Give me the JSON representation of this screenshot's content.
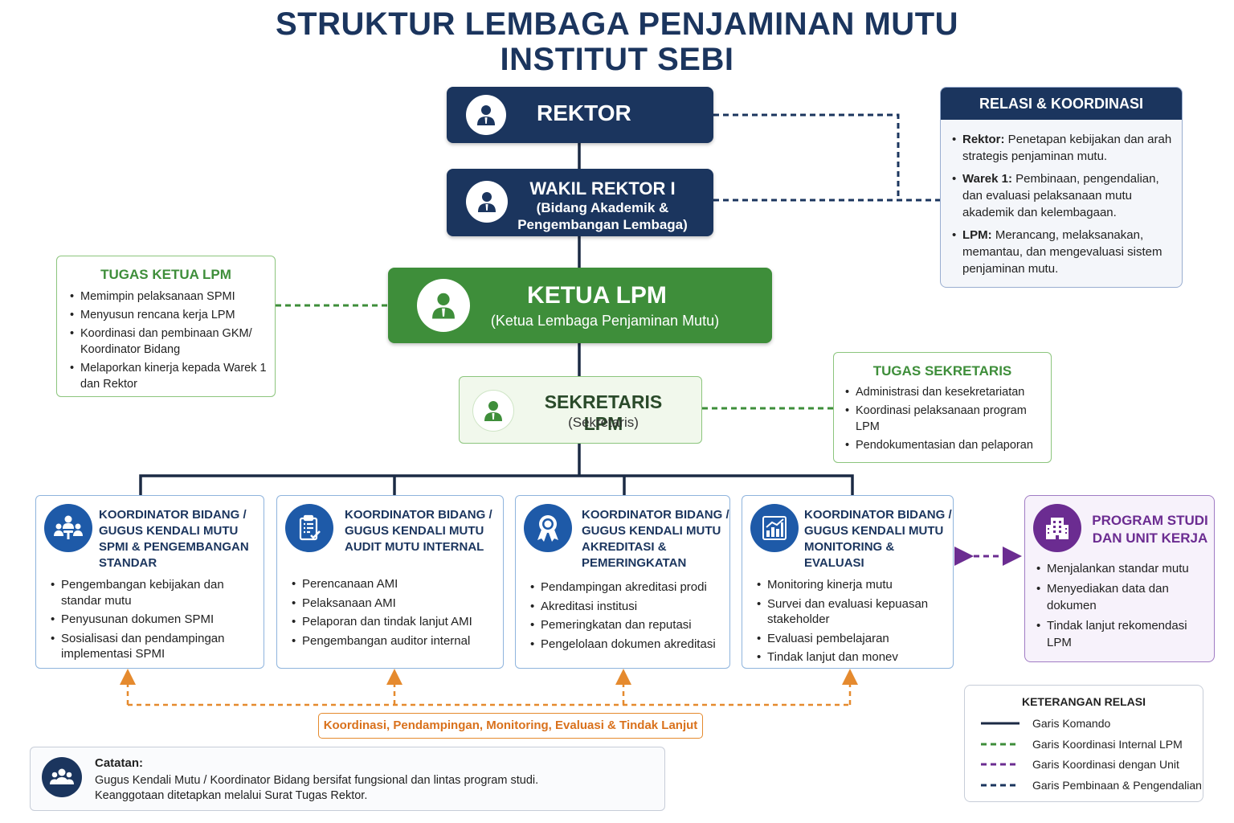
{
  "title": {
    "line1": "STRUKTUR LEMBAGA PENJAMINAN MUTU",
    "line2": "INSTITUT SEBI"
  },
  "colors": {
    "navy": "#1b355e",
    "green": "#3e8e3a",
    "light_green_bg": "#f1f8ec",
    "blue_accent": "#1e5aa8",
    "purple": "#6b2c91",
    "orange": "#e58a2e"
  },
  "rektor": {
    "label": "REKTOR",
    "icon": "user-icon"
  },
  "wakil_rektor": {
    "line1": "WAKIL REKTOR I",
    "line2": "(Bidang Akademik &",
    "line3": "Pengembangan Lembaga)",
    "icon": "user-icon"
  },
  "ketua": {
    "line1": "KETUA LPM",
    "line2": "(Ketua Lembaga Penjaminan Mutu)",
    "icon": "user-icon"
  },
  "sekretaris": {
    "line1": "SEKRETARIS LPM",
    "line2": "(Sekretaris)",
    "icon": "user-icon"
  },
  "relasi": {
    "title": "RELASI & KOORDINASI",
    "items": [
      {
        "label": "Rektor:",
        "text": " Penetapan kebijakan dan arah strategis penjaminan mutu."
      },
      {
        "label": "Warek 1:",
        "text": " Pembinaan, pengendalian, dan evaluasi pelaksanaan mutu akademik dan kelembagaan."
      },
      {
        "label": "LPM:",
        "text": " Merancang, melaksanakan, memantau, dan mengevaluasi sistem penjaminan mutu."
      }
    ]
  },
  "tugas_ketua": {
    "title": "TUGAS KETUA LPM",
    "items": [
      "Memimpin pelaksanaan SPMI",
      "Menyusun rencana kerja LPM",
      "Koordinasi dan pembinaan GKM/ Koordinator Bidang",
      "Melaporkan kinerja kepada Warek 1 dan Rektor"
    ]
  },
  "tugas_sekretaris": {
    "title": "TUGAS SEKRETARIS",
    "items": [
      "Administrasi dan kesekretariatan",
      "Koordinasi pelaksanaan program LPM",
      "Pendokumentasian dan pelaporan"
    ]
  },
  "koordinator": [
    {
      "title": "KOORDINATOR BIDANG / GUGUS KENDALI MUTU SPMI & PENGEMBANGAN STANDAR",
      "icon": "team-meeting-icon",
      "items": [
        "Pengembangan kebijakan dan standar mutu",
        "Penyusunan dokumen SPMI",
        "Sosialisasi dan pendampingan implementasi SPMI"
      ]
    },
    {
      "title": "KOORDINATOR BIDANG / GUGUS KENDALI MUTU AUDIT MUTU INTERNAL",
      "icon": "clipboard-check-icon",
      "items": [
        "Perencanaan AMI",
        "Pelaksanaan AMI",
        "Pelaporan dan tindak lanjut AMI",
        "Pengembangan auditor internal"
      ]
    },
    {
      "title": "KOORDINATOR BIDANG / GUGUS KENDALI MUTU AKREDITASI & PEMERINGKATAN",
      "icon": "award-ribbon-icon",
      "items": [
        "Pendampingan akreditasi prodi",
        "Akreditasi institusi",
        "Pemeringkatan dan reputasi",
        "Pengelolaan dokumen akreditasi"
      ]
    },
    {
      "title": "KOORDINATOR BIDANG / GUGUS KENDALI MUTU MONITORING & EVALUASI",
      "icon": "bar-chart-icon",
      "items": [
        "Monitoring kinerja mutu",
        "Survei dan evaluasi kepuasan stakeholder",
        "Evaluasi pembelajaran",
        "Tindak lanjut dan monev"
      ]
    }
  ],
  "prodi": {
    "title": "PROGRAM STUDI DAN UNIT KERJA",
    "icon": "building-icon",
    "items": [
      "Menjalankan standar mutu",
      "Menyediakan data dan dokumen",
      "Tindak lanjut rekomendasi LPM"
    ]
  },
  "koordinasi_label": "Koordinasi, Pendampingan, Monitoring, Evaluasi & Tindak Lanjut",
  "catatan": {
    "heading": "Catatan:",
    "line1": "Gugus Kendali Mutu / Koordinator Bidang bersifat fungsional dan lintas program studi.",
    "line2": "Keanggotaan ditetapkan melalui Surat Tugas Rektor.",
    "icon": "group-icon"
  },
  "legend": {
    "title": "KETERANGAN RELASI",
    "items": [
      {
        "label": "Garis Komando",
        "color": "#1b2a44",
        "style": "solid"
      },
      {
        "label": "Garis Koordinasi Internal LPM",
        "color": "#3e8e3a",
        "style": "dashed"
      },
      {
        "label": "Garis Koordinasi dengan Unit",
        "color": "#6b2c91",
        "style": "dashed"
      },
      {
        "label": "Garis Pembinaan & Pengendalian",
        "color": "#1b355e",
        "style": "dashed"
      }
    ]
  }
}
